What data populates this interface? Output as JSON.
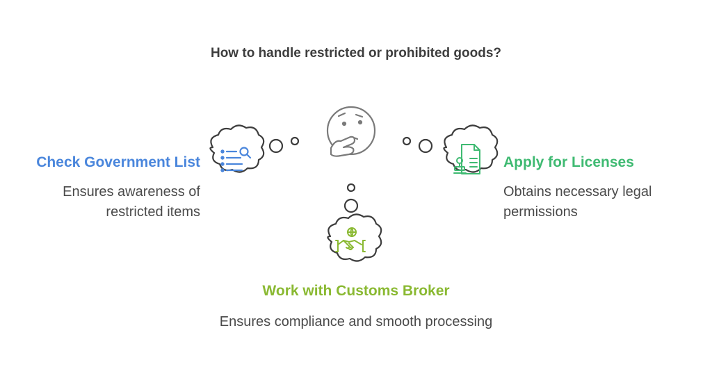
{
  "diagram": {
    "question": "How to handle restricted or prohibited goods?",
    "options": [
      {
        "title": "Check Government List",
        "description": "Ensures awareness of restricted items",
        "color": "#4a86dc",
        "icon": "list-search-icon"
      },
      {
        "title": "Apply for Licenses",
        "description": "Obtains necessary legal permissions",
        "color": "#3fba72",
        "icon": "license-document-icon"
      },
      {
        "title": "Work with Customs Broker",
        "description": "Ensures compliance and smooth processing",
        "color": "#8ab932",
        "icon": "handshake-globe-icon"
      }
    ],
    "center_icon": "thinking-face-icon"
  }
}
